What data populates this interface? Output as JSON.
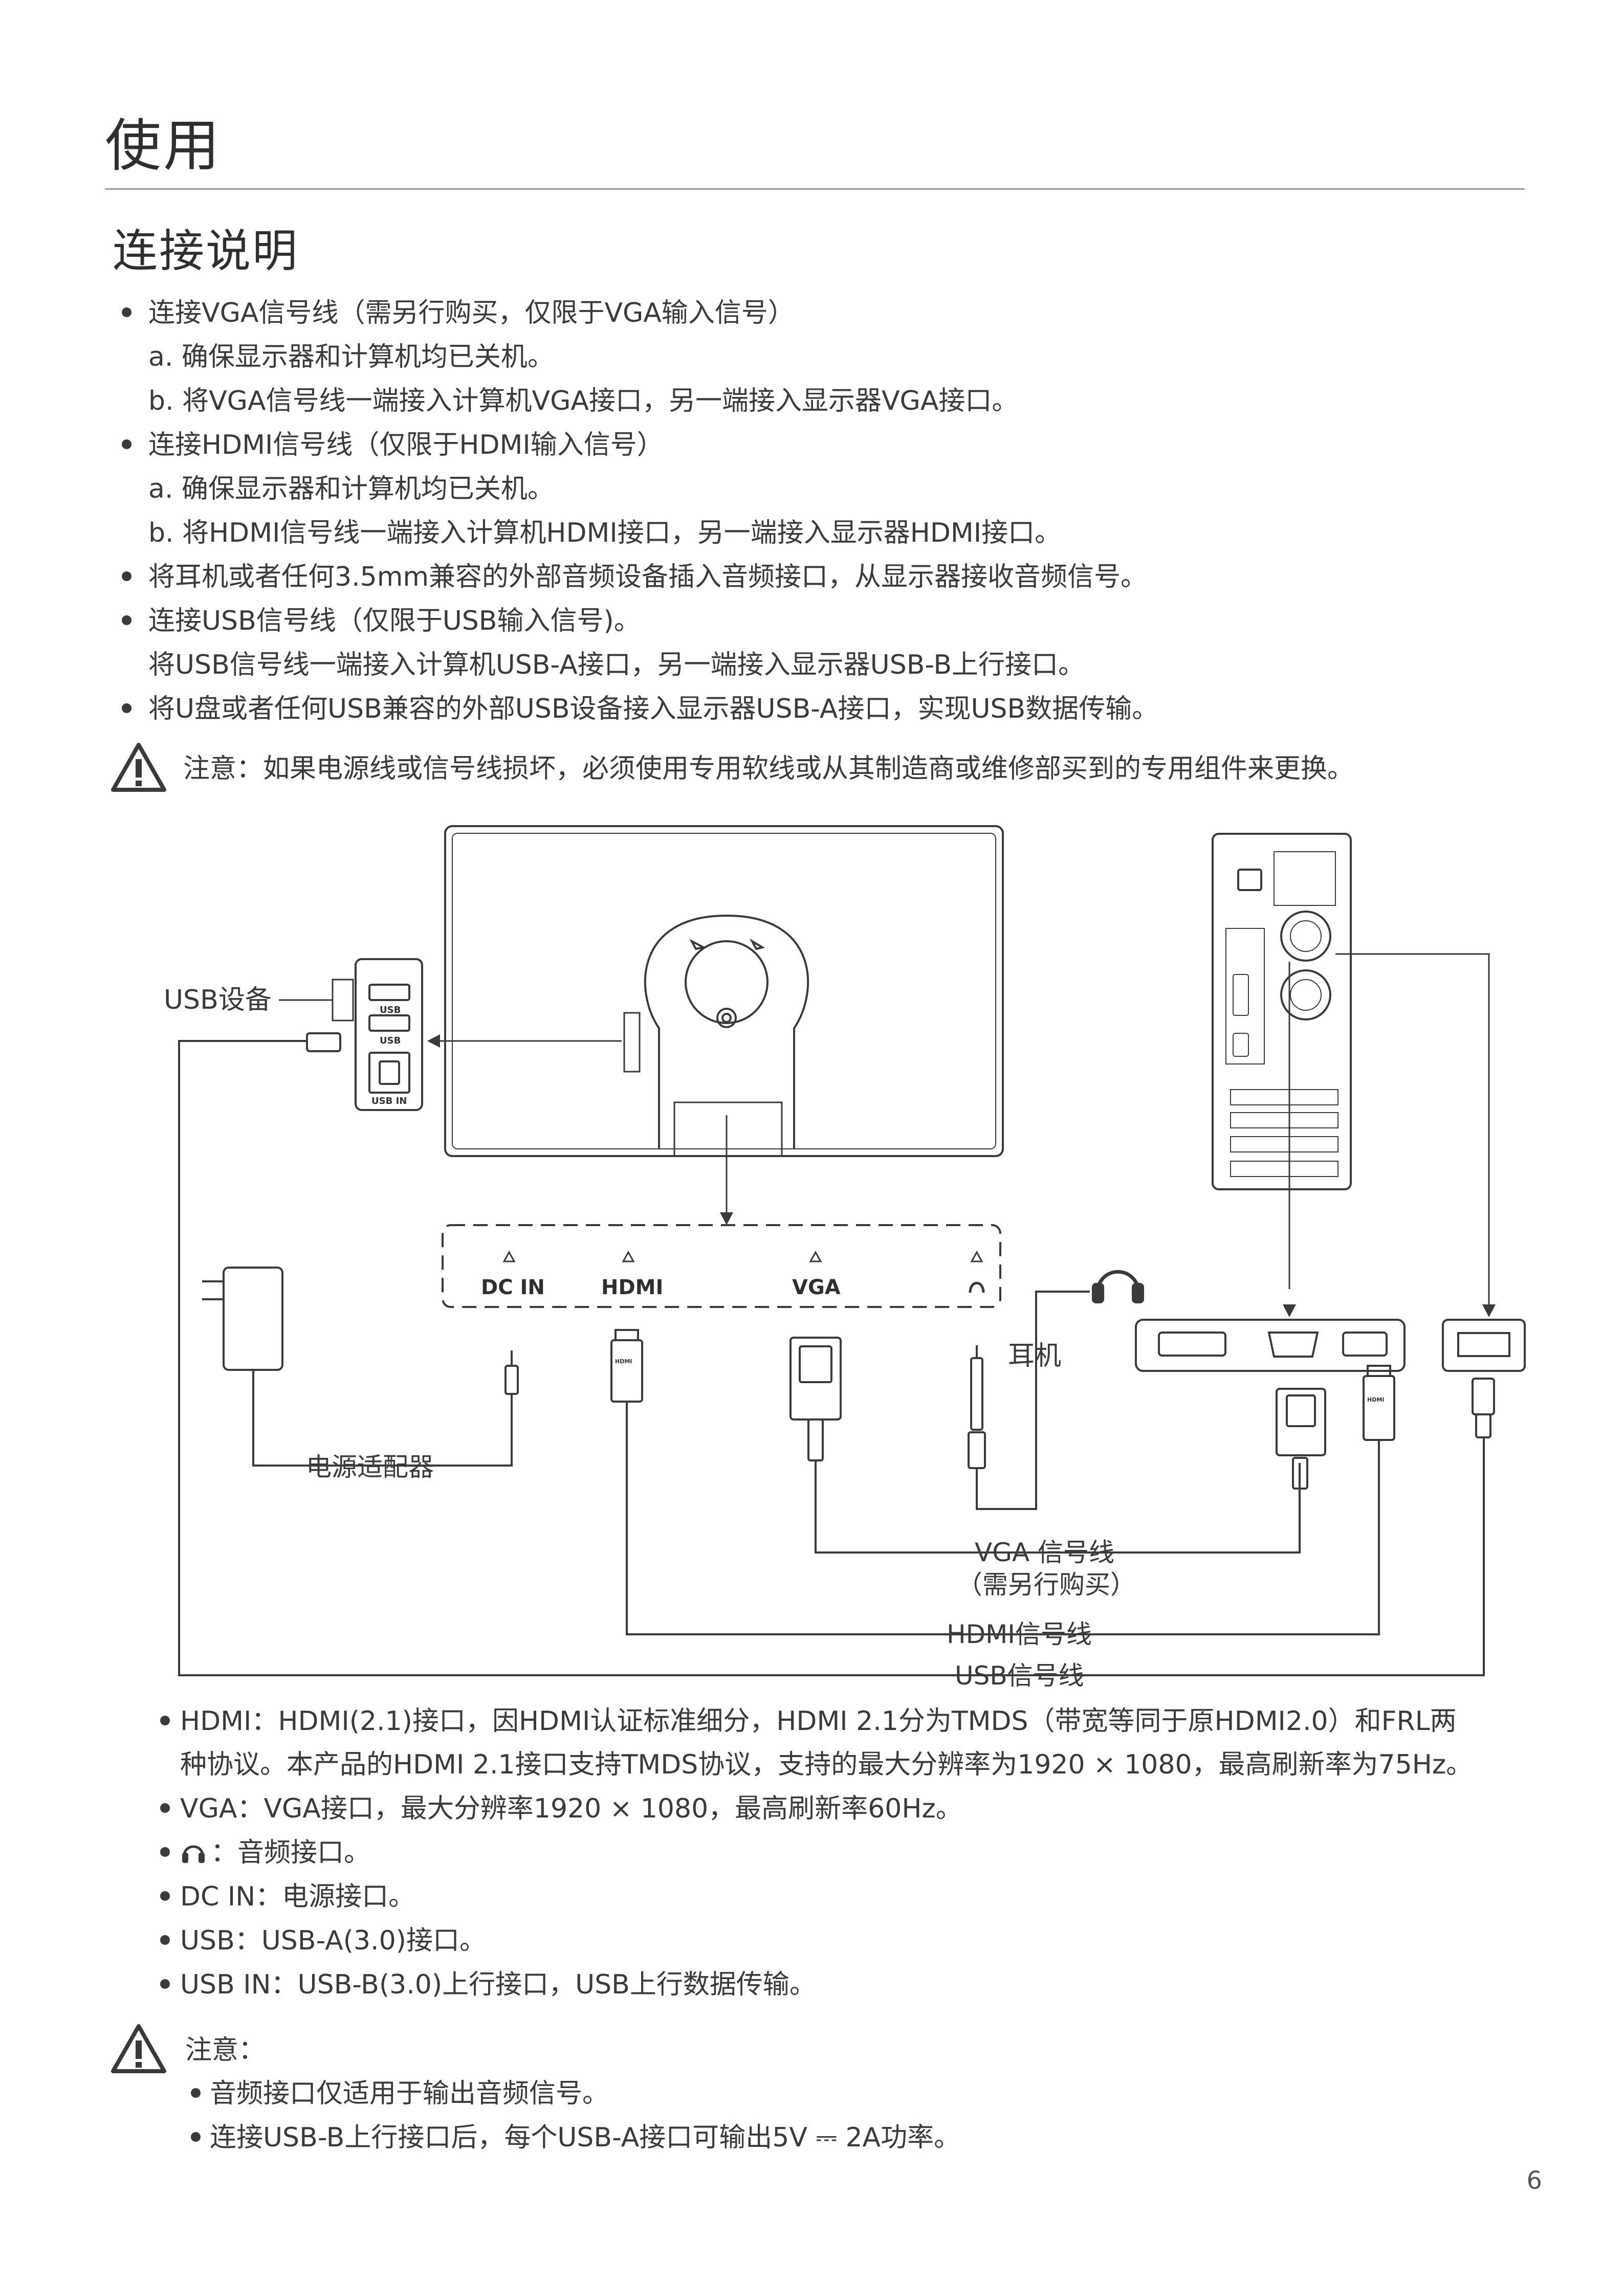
{
  "page": {
    "title": "使用",
    "section": "连接说明",
    "number": "6"
  },
  "intro_list": [
    {
      "bullet": true,
      "text": "连接VGA信号线（需另行购买，仅限于VGA输入信号）"
    },
    {
      "bullet": false,
      "text": "a. 确保显示器和计算机均已关机。"
    },
    {
      "bullet": false,
      "text": "b. 将VGA信号线一端接入计算机VGA接口，另一端接入显示器VGA接口。"
    },
    {
      "bullet": true,
      "text": "连接HDMI信号线（仅限于HDMI输入信号）"
    },
    {
      "bullet": false,
      "text": "a. 确保显示器和计算机均已关机。"
    },
    {
      "bullet": false,
      "text": "b. 将HDMI信号线一端接入计算机HDMI接口，另一端接入显示器HDMI接口。"
    },
    {
      "bullet": true,
      "text": "将耳机或者任何3.5mm兼容的外部音频设备插入音频接口，从显示器接收音频信号。"
    },
    {
      "bullet": true,
      "text": "连接USB信号线（仅限于USB输入信号)。"
    },
    {
      "bullet": false,
      "text": "将USB信号线一端接入计算机USB-A接口，另一端接入显示器USB-B上行接口。"
    },
    {
      "bullet": true,
      "text": "将U盘或者任何USB兼容的外部USB设备接入显示器USB-A接口，实现USB数据传输。"
    }
  ],
  "warning_1": "注意：如果电源线或信号线损坏，必须使用专用软线或从其制造商或维修部买到的专用组件来更换。",
  "diagram": {
    "usb_device": "USB设备",
    "side_port_usb": "USB",
    "side_port_usb_in": "USB IN",
    "ports": [
      "DC IN",
      "HDMI",
      "VGA"
    ],
    "power_adapter": "电源适配器",
    "headphone": "耳机",
    "vga_cable": "VGA 信号线",
    "vga_cable_note": "（需另行购买）",
    "hdmi_cable": "HDMI信号线",
    "usb_cable": "USB信号线",
    "hdmi_plug_text": "HDMI"
  },
  "spec_list": [
    {
      "text": "HDMI：HDMI(2.1)接口，因HDMI认证标准细分，HDMI 2.1分为TMDS（带宽等同于原HDMI2.0）和FRL两"
    },
    {
      "text": "种协议。本产品的HDMI 2.1接口支持TMDS协议，支持的最大分辨率为1920 × 1080，最高刷新率为75Hz。",
      "continuation": true
    },
    {
      "text": "VGA：VGA接口，最大分辨率1920 × 1080，最高刷新率60Hz。"
    },
    {
      "text": "：音频接口。",
      "icon": "headphone-icon"
    },
    {
      "text": "DC IN：电源接口。"
    },
    {
      "text": "USB：USB-A(3.0)接口。"
    },
    {
      "text": "USB IN：USB-B(3.0)上行接口，USB上行数据传输。"
    }
  ],
  "warning_2": {
    "title": "注意：",
    "items": [
      "音频接口仅适用于输出音频信号。",
      "连接USB-B上行接口后，每个USB-A接口可输出5V ⎓ 2A功率。"
    ]
  }
}
